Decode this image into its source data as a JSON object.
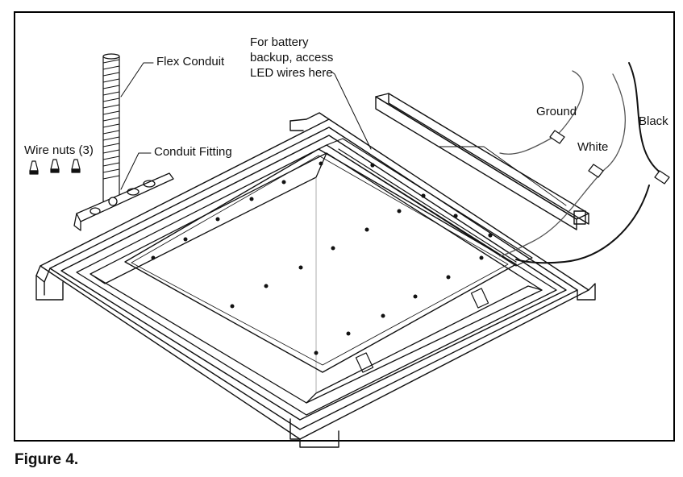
{
  "labels": {
    "flex_conduit": "Flex Conduit",
    "conduit_fitting": "Conduit Fitting",
    "wire_nuts": "Wire nuts (3)",
    "battery_line1": "For battery",
    "battery_line2": "backup, access",
    "battery_line3": "LED wires here",
    "ground": "Ground",
    "white": "White",
    "black": "Black"
  },
  "caption": "Figure 4."
}
